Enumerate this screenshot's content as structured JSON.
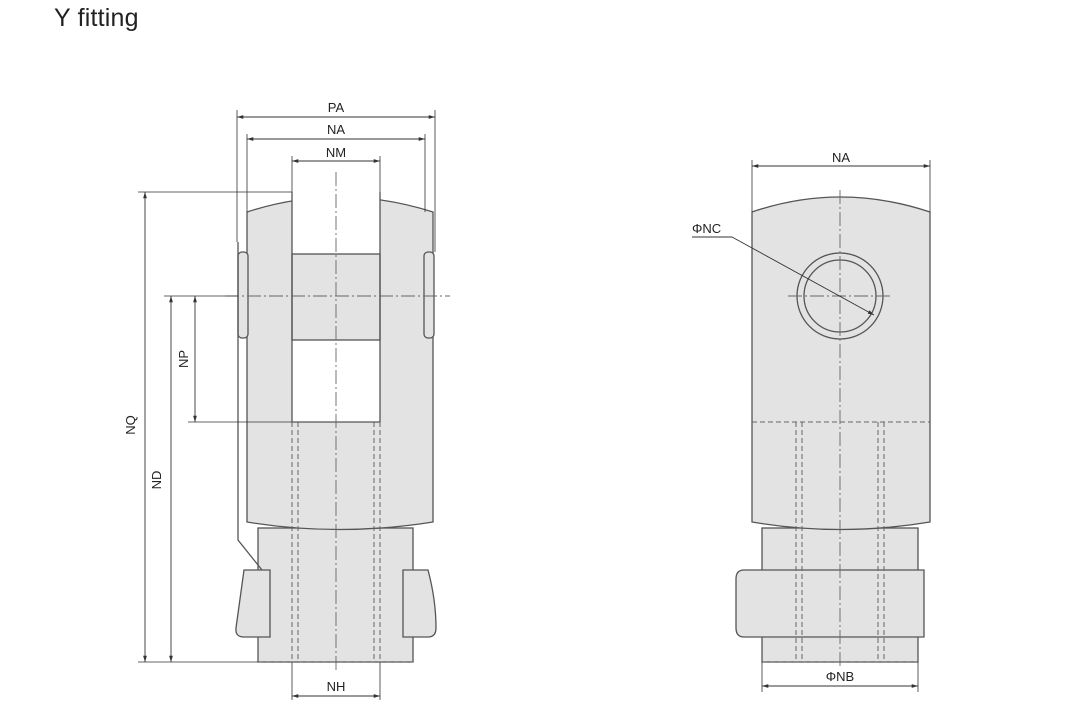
{
  "title": "Y fitting",
  "labels": {
    "pa": "PA",
    "na_left": "NA",
    "nm": "NM",
    "nq": "NQ",
    "nd": "ND",
    "np": "NP",
    "nh": "NH",
    "na_right": "NA",
    "nc": "ΦNC",
    "nb": "ΦNB"
  }
}
